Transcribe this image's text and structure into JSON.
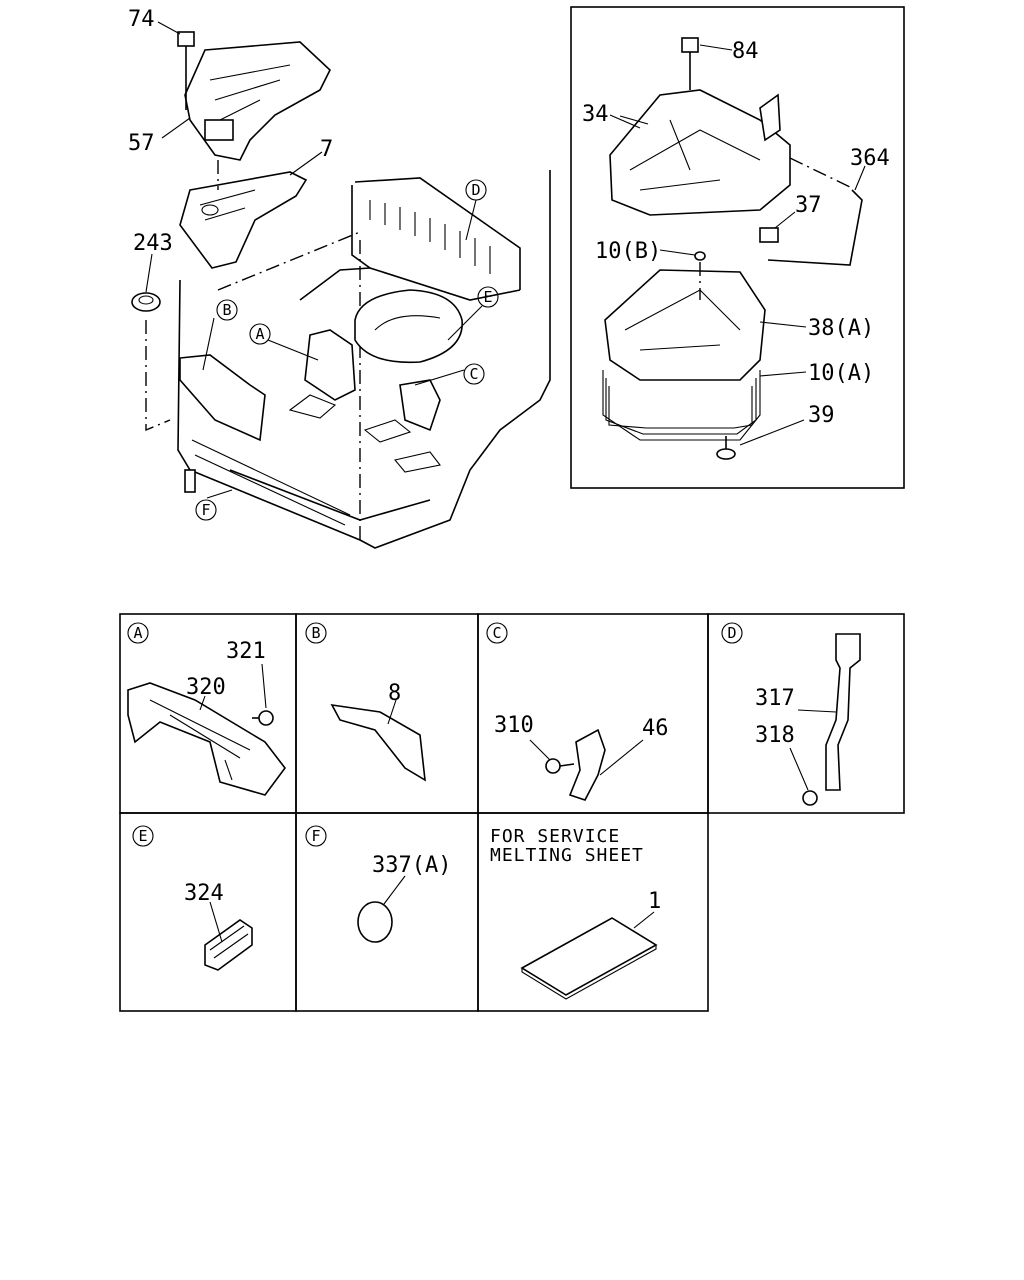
{
  "main_callouts": [
    {
      "id": "c74",
      "text": "74"
    },
    {
      "id": "c57",
      "text": "57"
    },
    {
      "id": "c7",
      "text": "7"
    },
    {
      "id": "c243",
      "text": "243"
    },
    {
      "id": "c84",
      "text": "84"
    },
    {
      "id": "c34",
      "text": "34"
    },
    {
      "id": "c364",
      "text": "364"
    },
    {
      "id": "c37",
      "text": "37"
    },
    {
      "id": "c10b",
      "text": "10(B)"
    },
    {
      "id": "c38a",
      "text": "38(A)"
    },
    {
      "id": "c10a",
      "text": "10(A)"
    },
    {
      "id": "c39",
      "text": "39"
    }
  ],
  "main_letters": [
    "A",
    "B",
    "C",
    "D",
    "E",
    "F"
  ],
  "detail_boxes": [
    {
      "letter": "A",
      "callouts": [
        "321",
        "320"
      ]
    },
    {
      "letter": "B",
      "callouts": [
        "8"
      ]
    },
    {
      "letter": "C",
      "callouts": [
        "310",
        "46"
      ]
    },
    {
      "letter": "D",
      "callouts": [
        "317",
        "318"
      ]
    },
    {
      "letter": "E",
      "callouts": [
        "324"
      ]
    },
    {
      "letter": "F",
      "callouts": [
        "337(A)"
      ]
    },
    {
      "letter": "",
      "callouts": [
        "1"
      ],
      "note_lines": [
        "FOR SERVICE",
        "MELTING SHEET"
      ]
    }
  ]
}
